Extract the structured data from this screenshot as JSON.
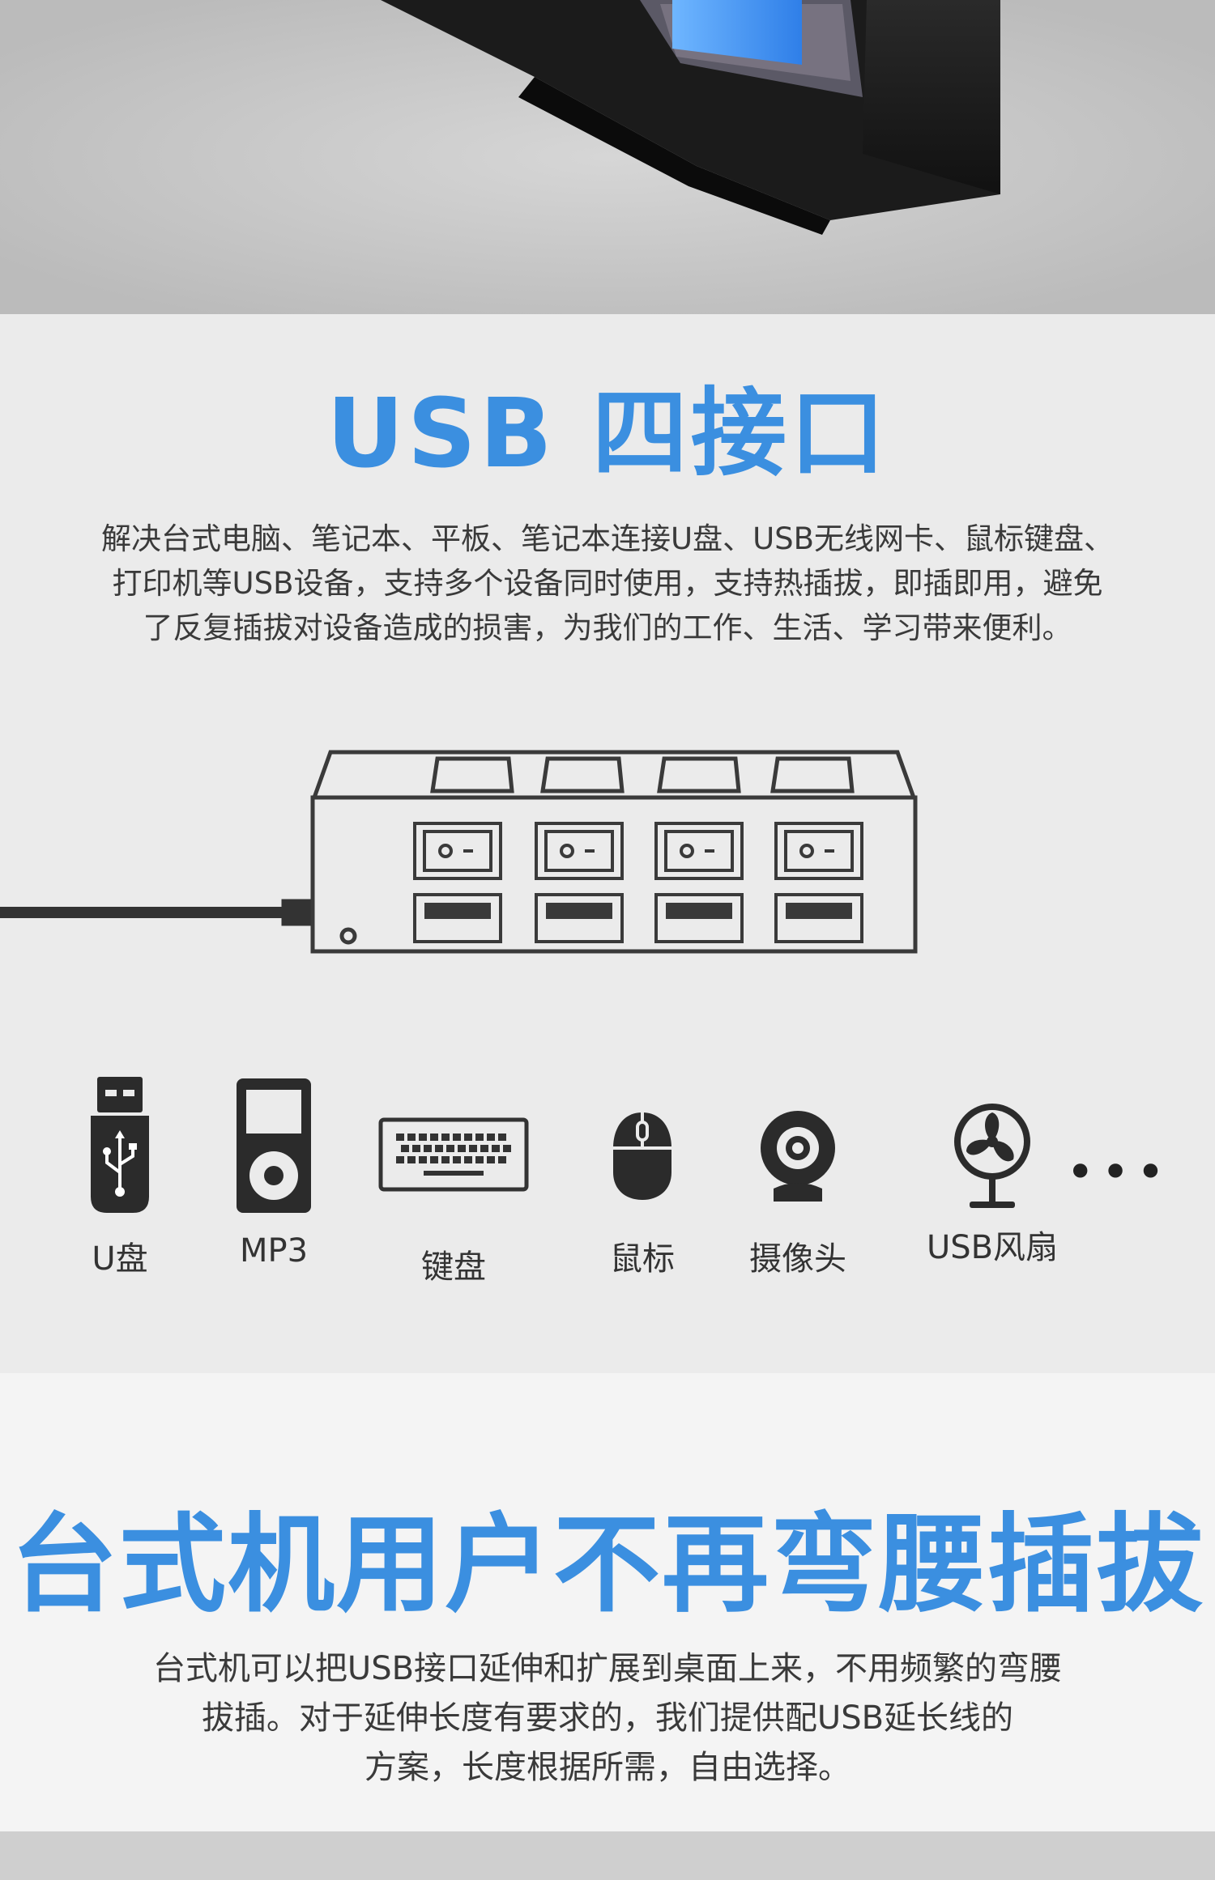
{
  "section1": {
    "title": "USB 四接口",
    "paragraph_lines": [
      "解决台式电脑、笔记本、平板、笔记本连接U盘、USB无线网卡、鼠标键盘、",
      "打印机等USB设备，支持多个设备同时使用，支持热插拔，即插即用，避免",
      "了反复插拔对设备造成的损害，为我们的工作、生活、学习带来便利。"
    ],
    "devices": [
      {
        "label": "U盘",
        "icon": "usb-flash-drive-icon"
      },
      {
        "label": "MP3",
        "icon": "mp3-player-icon"
      },
      {
        "label": "键盘",
        "icon": "keyboard-icon"
      },
      {
        "label": "鼠标",
        "icon": "mouse-icon"
      },
      {
        "label": "摄像头",
        "icon": "webcam-icon"
      },
      {
        "label": "USB风扇",
        "icon": "fan-icon"
      }
    ],
    "more": "•••"
  },
  "section2": {
    "title": "台式机用户不再弯腰插拔",
    "paragraph_lines": [
      "台式机可以把USB接口延伸和扩展到桌面上来，不用频繁的弯腰",
      "拔插。对于延伸长度有要求的，我们提供配USB延长线的",
      "方案，长度根据所需，自由选择。"
    ]
  },
  "colors": {
    "accent": "#3b8fe0",
    "text": "#3a3a3a"
  }
}
